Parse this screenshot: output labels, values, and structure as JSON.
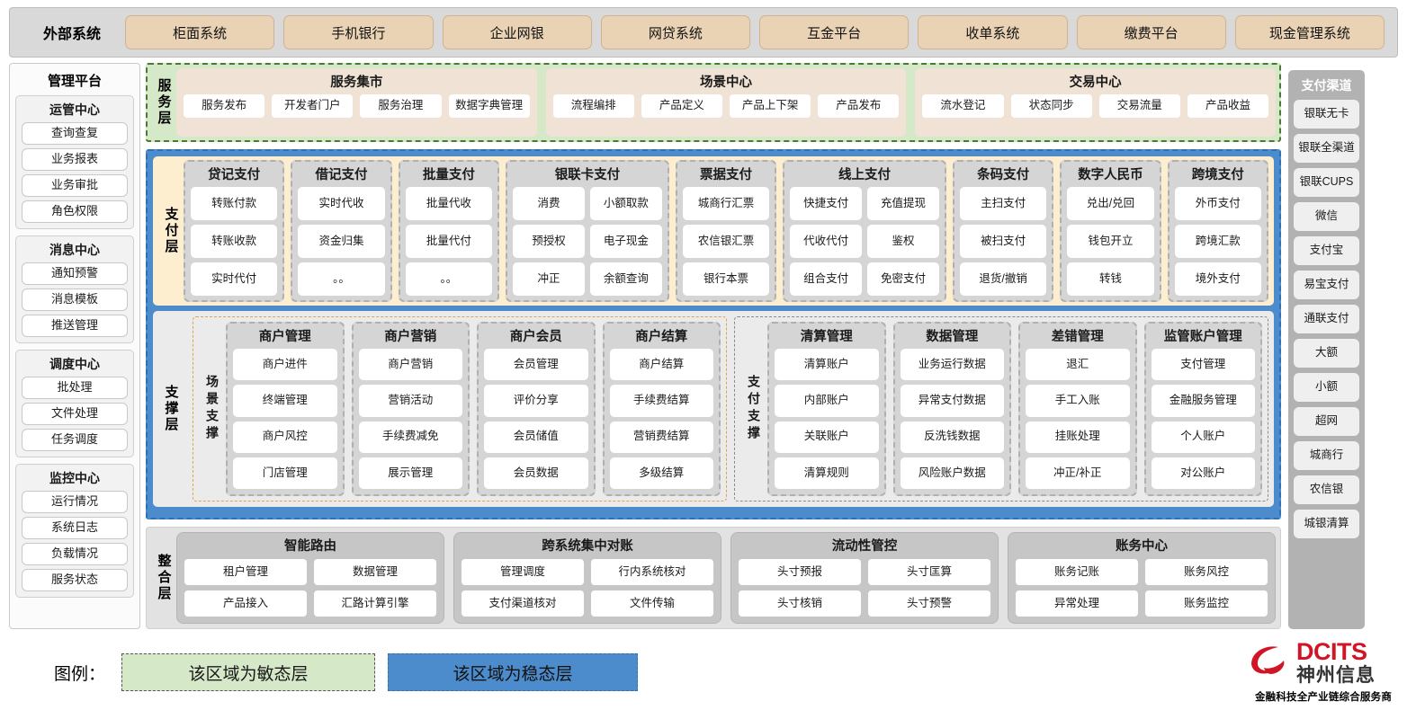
{
  "external": {
    "title": "外部系统",
    "items": [
      "柜面系统",
      "手机银行",
      "企业网银",
      "网贷系统",
      "互金平台",
      "收单系统",
      "缴费平台",
      "现金管理系统"
    ]
  },
  "left_panel": {
    "title": "管理平台",
    "groups": [
      {
        "title": "运管中心",
        "items": [
          "查询查复",
          "业务报表",
          "业务审批",
          "角色权限"
        ]
      },
      {
        "title": "消息中心",
        "items": [
          "通知预警",
          "消息模板",
          "推送管理"
        ]
      },
      {
        "title": "调度中心",
        "items": [
          "批处理",
          "文件处理",
          "任务调度"
        ]
      },
      {
        "title": "监控中心",
        "items": [
          "运行情况",
          "系统日志",
          "负载情况",
          "服务状态"
        ]
      }
    ]
  },
  "right_panel": {
    "title": "支付渠道",
    "items": [
      "银联无卡",
      "银联全渠道",
      "银联CUPS",
      "微信",
      "支付宝",
      "易宝支付",
      "通联支付",
      "大额",
      "小额",
      "超网",
      "城商行",
      "农信银",
      "城银清算"
    ]
  },
  "service_layer": {
    "label": "服务层",
    "groups": [
      {
        "title": "服务集市",
        "items": [
          "服务发布",
          "开发者门户",
          "服务治理",
          "数据字典管理"
        ]
      },
      {
        "title": "场景中心",
        "items": [
          "流程编排",
          "产品定义",
          "产品上下架",
          "产品发布"
        ]
      },
      {
        "title": "交易中心",
        "items": [
          "流水登记",
          "状态同步",
          "交易流量",
          "产品收益"
        ]
      }
    ]
  },
  "payment_layer": {
    "label": "支付层",
    "groups": [
      {
        "title": "贷记支付",
        "cols": 1,
        "rows": [
          [
            "转账付款"
          ],
          [
            "转账收款"
          ],
          [
            "实时代付"
          ]
        ]
      },
      {
        "title": "借记支付",
        "cols": 1,
        "rows": [
          [
            "实时代收"
          ],
          [
            "资金归集"
          ],
          [
            "。。"
          ]
        ]
      },
      {
        "title": "批量支付",
        "cols": 1,
        "rows": [
          [
            "批量代收"
          ],
          [
            "批量代付"
          ],
          [
            "。。"
          ]
        ]
      },
      {
        "title": "银联卡支付",
        "cols": 2,
        "rows": [
          [
            "消费",
            "小额取款"
          ],
          [
            "预授权",
            "电子现金"
          ],
          [
            "冲正",
            "余额查询"
          ]
        ]
      },
      {
        "title": "票据支付",
        "cols": 1,
        "rows": [
          [
            "城商行汇票"
          ],
          [
            "农信银汇票"
          ],
          [
            "银行本票"
          ]
        ]
      },
      {
        "title": "线上支付",
        "cols": 2,
        "rows": [
          [
            "快捷支付",
            "充值提现"
          ],
          [
            "代收代付",
            "鉴权"
          ],
          [
            "组合支付",
            "免密支付"
          ]
        ]
      },
      {
        "title": "条码支付",
        "cols": 1,
        "rows": [
          [
            "主扫支付"
          ],
          [
            "被扫支付"
          ],
          [
            "退货/撤销"
          ]
        ]
      },
      {
        "title": "数字人民币",
        "cols": 1,
        "rows": [
          [
            "兑出/兑回"
          ],
          [
            "钱包开立"
          ],
          [
            "转钱"
          ]
        ]
      },
      {
        "title": "跨境支付",
        "cols": 1,
        "rows": [
          [
            "外币支付"
          ],
          [
            "跨境汇款"
          ],
          [
            "境外支付"
          ]
        ]
      }
    ]
  },
  "support_layer": {
    "label": "支撑层",
    "scene": {
      "label": "场景支撑",
      "groups": [
        {
          "title": "商户管理",
          "items": [
            "商户进件",
            "终端管理",
            "商户风控",
            "门店管理"
          ]
        },
        {
          "title": "商户营销",
          "items": [
            "商户营销",
            "营销活动",
            "手续费减免",
            "展示管理"
          ]
        },
        {
          "title": "商户会员",
          "items": [
            "会员管理",
            "评价分享",
            "会员储值",
            "会员数据"
          ]
        },
        {
          "title": "商户结算",
          "items": [
            "商户结算",
            "手续费结算",
            "营销费结算",
            "多级结算"
          ]
        }
      ]
    },
    "paysup": {
      "label": "支付支撑",
      "groups": [
        {
          "title": "清算管理",
          "items": [
            "清算账户",
            "内部账户",
            "关联账户",
            "清算规则"
          ]
        },
        {
          "title": "数据管理",
          "items": [
            "业务运行数据",
            "异常支付数据",
            "反洗钱数据",
            "风险账户数据"
          ]
        },
        {
          "title": "差错管理",
          "items": [
            "退汇",
            "手工入账",
            "挂账处理",
            "冲正/补正"
          ]
        },
        {
          "title": "监管账户管理",
          "items": [
            "支付管理",
            "金融服务管理",
            "个人账户",
            "对公账户"
          ]
        }
      ]
    }
  },
  "integration_layer": {
    "label": "整合层",
    "groups": [
      {
        "title": "智能路由",
        "rows": [
          [
            "租户管理",
            "数据管理"
          ],
          [
            "产品接入",
            "汇路计算引擎"
          ]
        ]
      },
      {
        "title": "跨系统集中对账",
        "rows": [
          [
            "管理调度",
            "行内系统核对"
          ],
          [
            "支付渠道核对",
            "文件传输"
          ]
        ]
      },
      {
        "title": "流动性管控",
        "rows": [
          [
            "头寸预报",
            "头寸匡算"
          ],
          [
            "头寸核销",
            "头寸预警"
          ]
        ]
      },
      {
        "title": "账务中心",
        "rows": [
          [
            "账务记账",
            "账务风控"
          ],
          [
            "异常处理",
            "账务监控"
          ]
        ]
      }
    ]
  },
  "legend": {
    "label": "图例：",
    "agile": "该区域为敏态层",
    "stable": "该区域为稳态层",
    "agile_color": "#d5e8c8",
    "stable_color": "#4d8ccc"
  },
  "logo": {
    "en": "DCITS",
    "cn": "神州信息",
    "tagline": "金融科技全产业链综合服务商",
    "color": "#cf1526"
  }
}
